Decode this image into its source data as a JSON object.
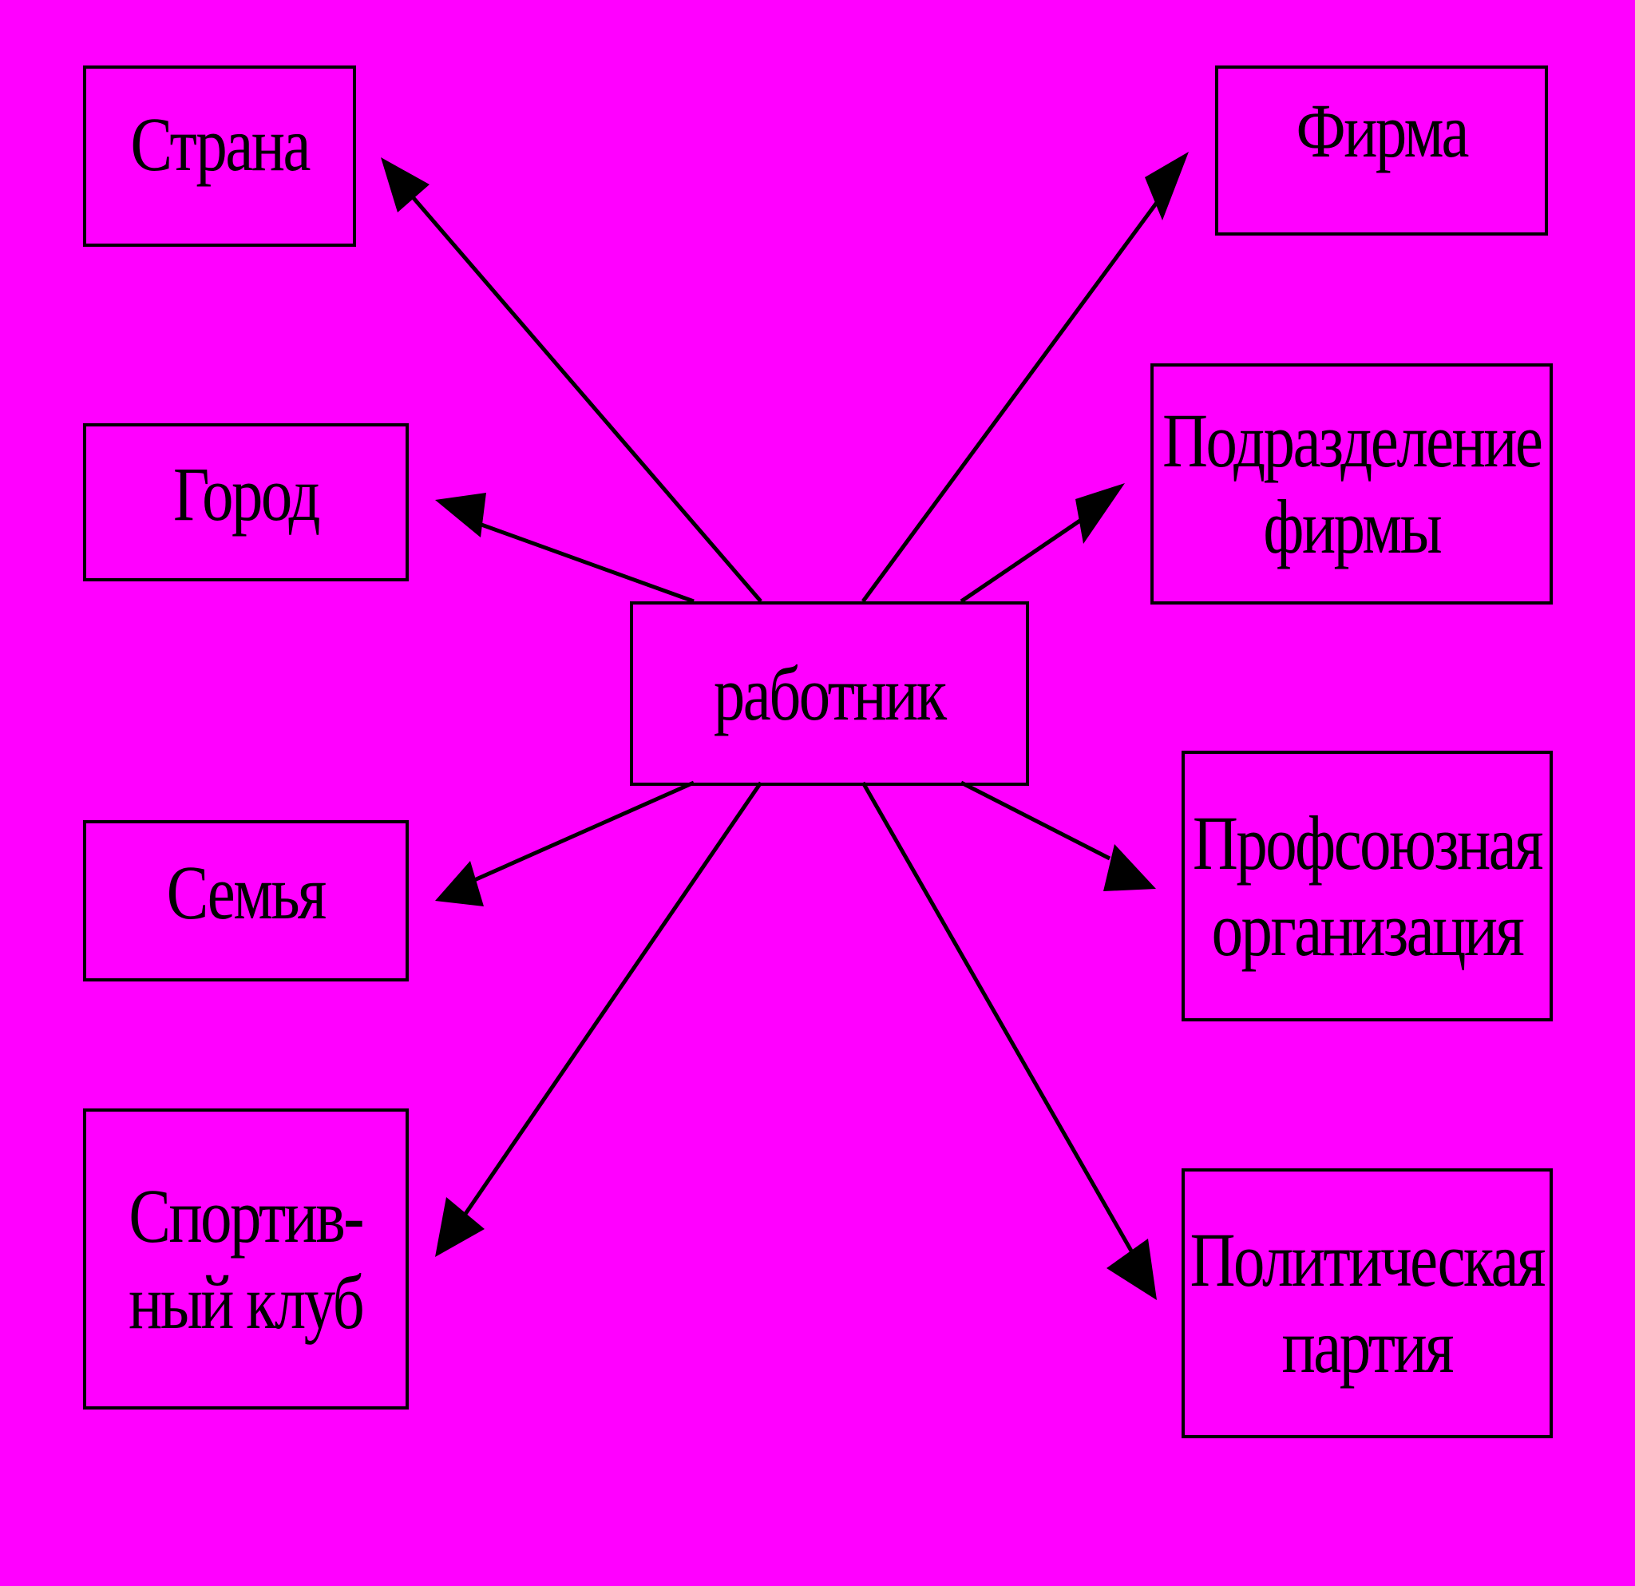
{
  "diagram": {
    "background_color": "#ff00ff",
    "line_color": "#000000",
    "center": {
      "id": "rabotnik",
      "label": "работник"
    },
    "nodes": {
      "strana": {
        "label": "Страна"
      },
      "gorod": {
        "label": "Город"
      },
      "semya": {
        "label": "Семья"
      },
      "sport": {
        "label": "Спортив-\nный клуб"
      },
      "firma": {
        "label": "Фирма"
      },
      "podr": {
        "label": "Подразделение\nфирмы"
      },
      "profsoyuz": {
        "label": "Профсоюзная\nорганизация"
      },
      "partiya": {
        "label": "Политическая\nпартия"
      }
    },
    "edges": [
      {
        "from": "rabotnik",
        "to": "strana"
      },
      {
        "from": "rabotnik",
        "to": "gorod"
      },
      {
        "from": "rabotnik",
        "to": "semya"
      },
      {
        "from": "rabotnik",
        "to": "sport"
      },
      {
        "from": "rabotnik",
        "to": "firma"
      },
      {
        "from": "rabotnik",
        "to": "podr"
      },
      {
        "from": "rabotnik",
        "to": "profsoyuz"
      },
      {
        "from": "rabotnik",
        "to": "partiya"
      }
    ]
  }
}
